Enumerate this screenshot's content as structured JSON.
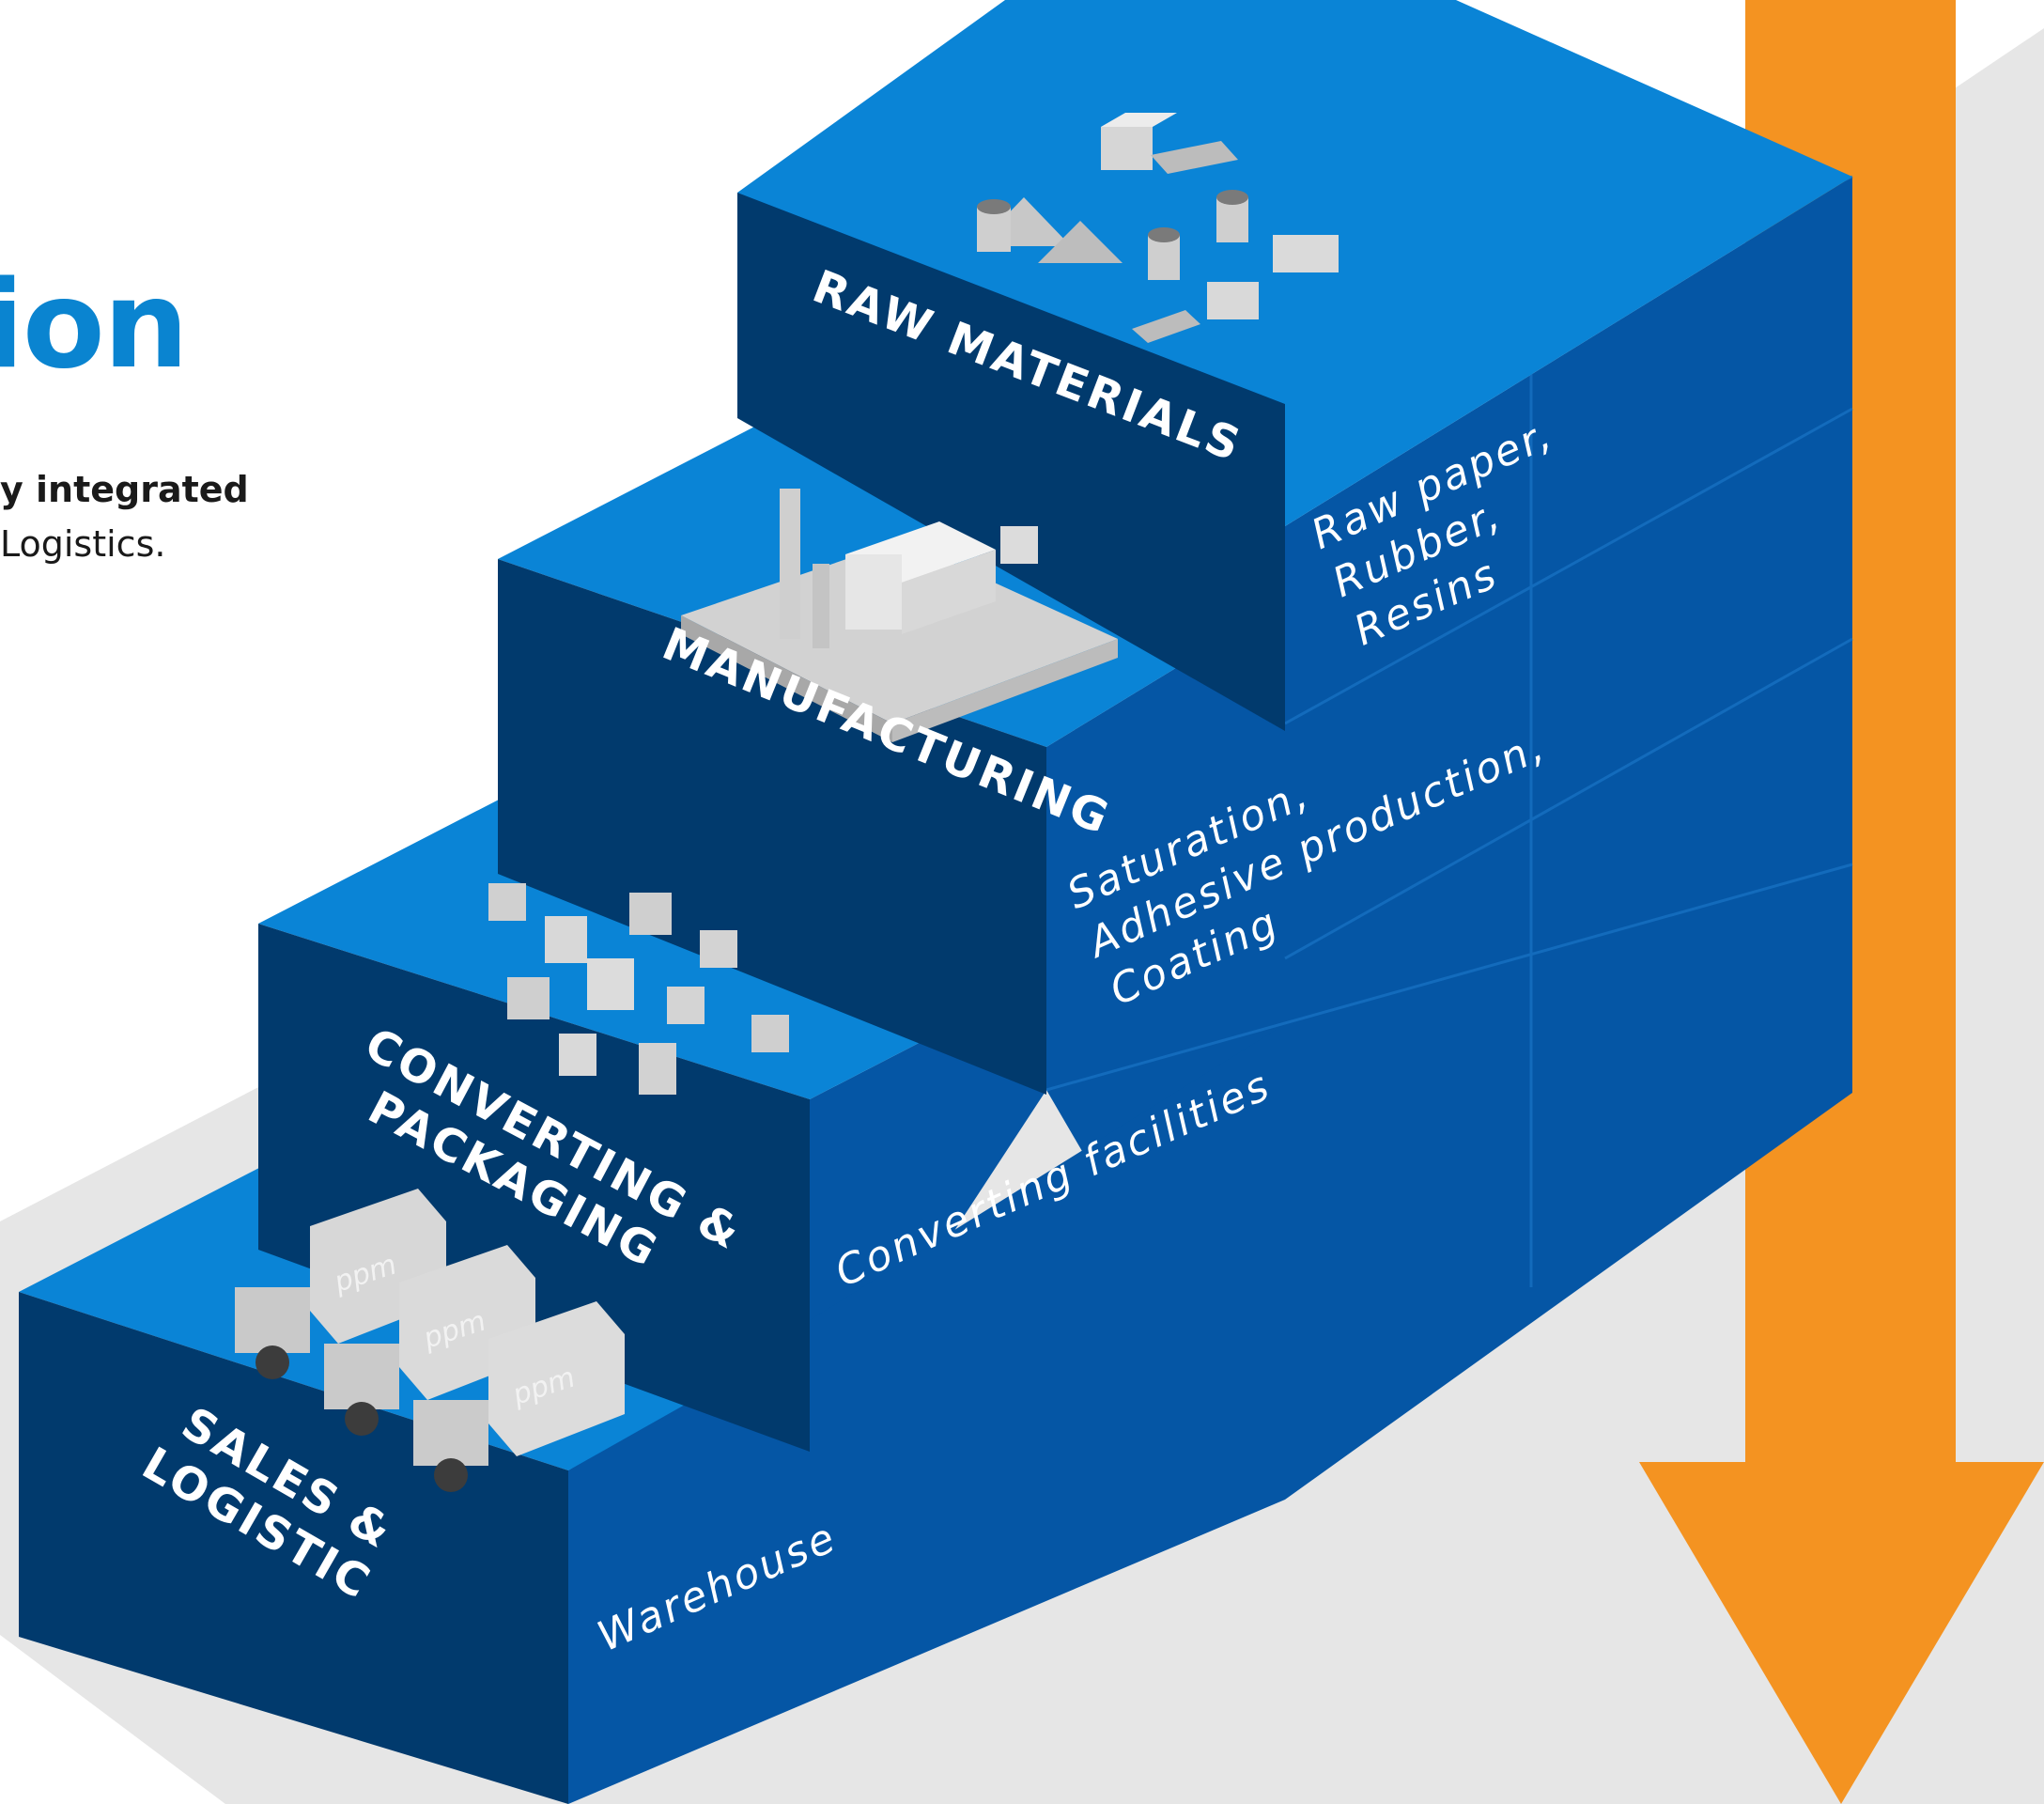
{
  "heading": {
    "text": "ion"
  },
  "intro": {
    "bold": "y integrated",
    "line2": "Logistics."
  },
  "steps": [
    {
      "name_lines": [
        "RAW MATERIALS"
      ],
      "description_lines": [
        "Raw paper,",
        "Rubber,",
        "Resins"
      ]
    },
    {
      "name_lines": [
        "MANUFACTURING"
      ],
      "description_lines": [
        "Saturation,",
        "Adhesive production,",
        "Coating"
      ]
    },
    {
      "name_lines": [
        "CONVERTING &",
        "PACKAGING"
      ],
      "description_lines": [
        "Converting facilities"
      ]
    },
    {
      "name_lines": [
        "SALES &",
        "LOGISTIC"
      ],
      "description_lines": [
        "Warehouse"
      ]
    }
  ],
  "truck_brand": "ppm",
  "icons": {
    "raw_materials": "raw-materials-icon",
    "manufacturing": "factory-icon",
    "converting": "boxes-icon",
    "logistics": "trucks-icon"
  },
  "colors": {
    "top_face": "#0a84d6",
    "front_face": "#013a6d",
    "side_face": "#0556a5",
    "arrow": "#f49321",
    "background_band": "#e6e6e6",
    "heading": "#0a84d0"
  }
}
